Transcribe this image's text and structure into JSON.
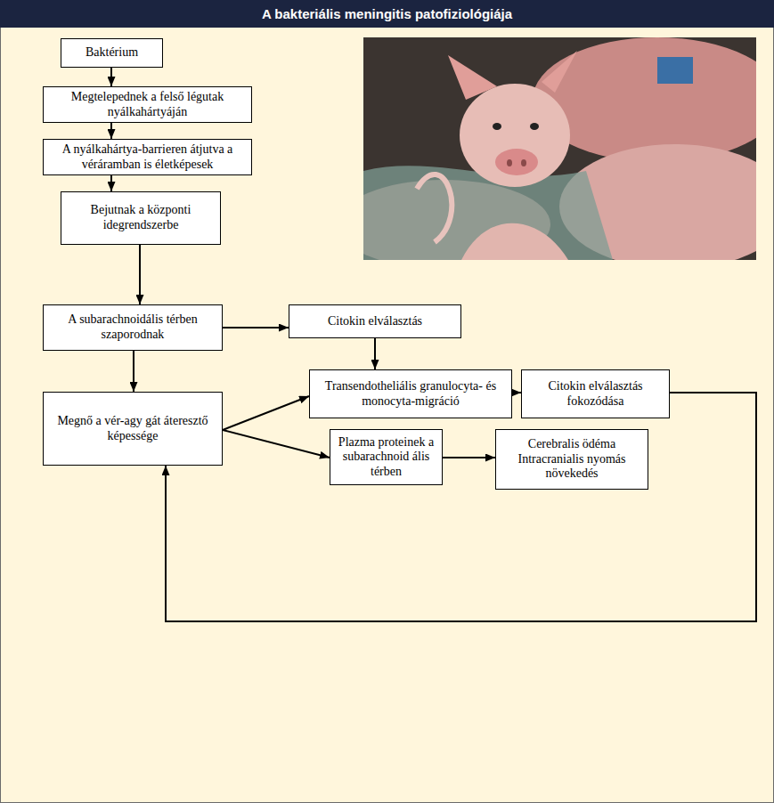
{
  "diagram": {
    "title": "A bakteriális meningitis patofiziológiája",
    "nodes": [
      {
        "text": [
          "Baktérium"
        ]
      },
      {
        "text": [
          "Megtelepednek a felső légutak nyálkahártyáján"
        ]
      },
      {
        "text": [
          "A nyálkahártya-barrieren átjutva a véráramban is életképesek"
        ]
      },
      {
        "text": [
          "Bejutnak a központi idegrendszerbe"
        ]
      },
      {
        "text": [
          "A subarachnoidális térben szaporodnak"
        ]
      },
      {
        "text": [
          "Citokin elválasztás"
        ]
      },
      {
        "text": [
          "Megnő a vér-agy gát áteresztő képessége"
        ]
      },
      {
        "text": [
          "Transendotheliális granulocyta- és monocyta-migráció"
        ]
      },
      {
        "text": [
          "Citokin elválasztás fokozódása"
        ]
      },
      {
        "text": [
          "Plazma proteinek a subarachnoid ális térben"
        ]
      },
      {
        "text": [
          "Cerebralis ödéma",
          "Intracranialis nyomás növekedés"
        ]
      }
    ],
    "edges": [
      {
        "from": 0,
        "to": 1,
        "arrow": "to"
      },
      {
        "from": 1,
        "to": 2,
        "arrow": "to"
      },
      {
        "from": 2,
        "to": 3,
        "arrow": "to"
      },
      {
        "from": 3,
        "to": 4,
        "arrow": "to"
      },
      {
        "from": 4,
        "to": 5,
        "arrow": "to"
      },
      {
        "from": 5,
        "to": 7,
        "arrow": "to"
      },
      {
        "from": 4,
        "to": 6,
        "arrow": "to"
      },
      {
        "from": 6,
        "to": 7,
        "arrow": "to"
      },
      {
        "from": 6,
        "to": 9,
        "arrow": "to"
      },
      {
        "from": 7,
        "to": 8,
        "arrow": "to"
      },
      {
        "from": 9,
        "to": 10,
        "arrow": "to"
      },
      {
        "from": 8,
        "to": 6,
        "arrow": "to"
      }
    ]
  }
}
